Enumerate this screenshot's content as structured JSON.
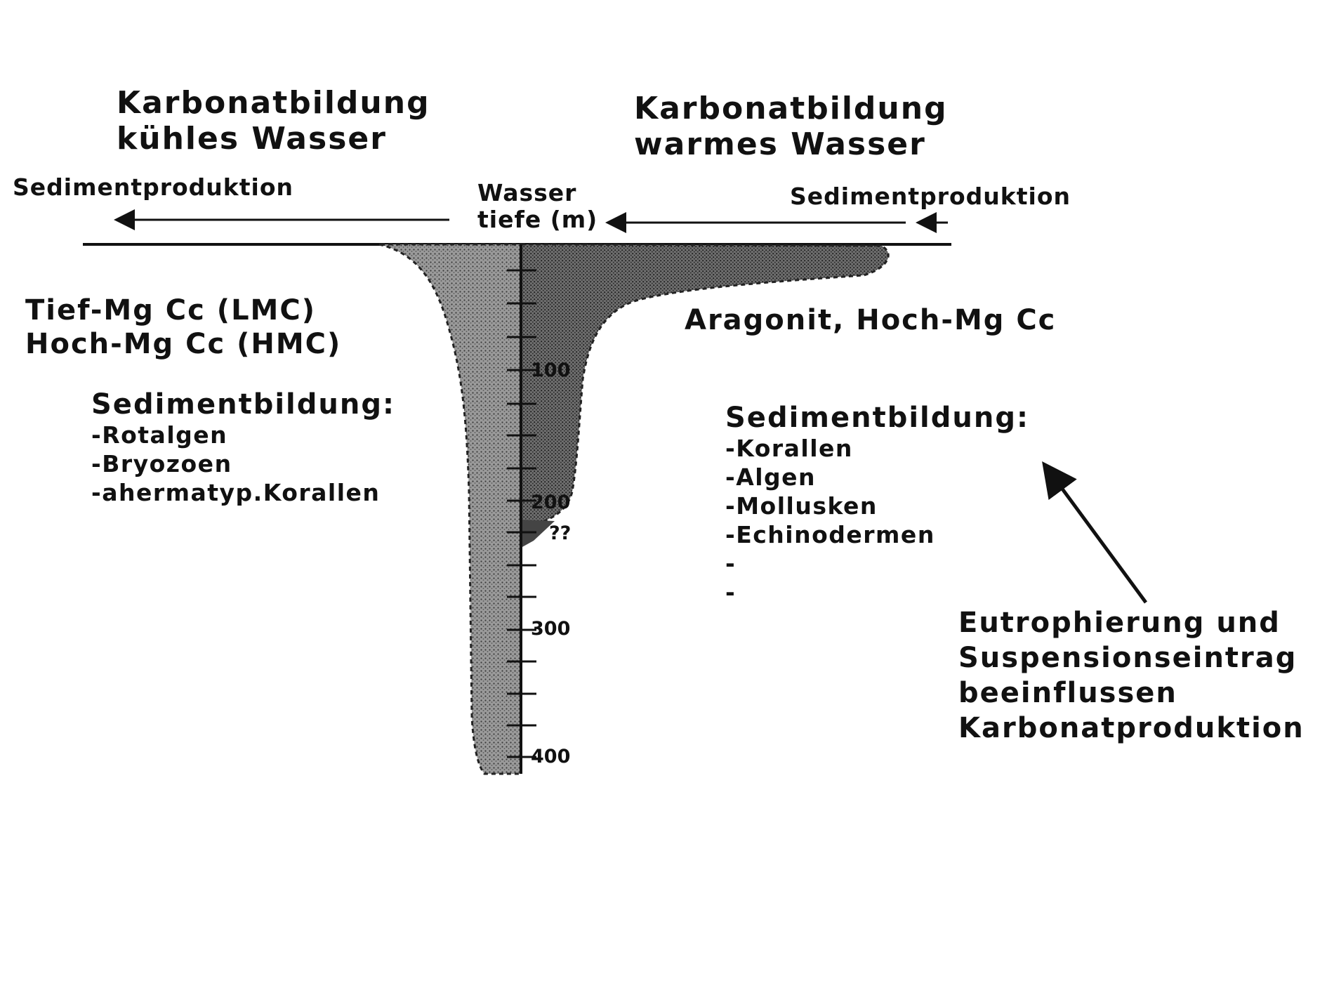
{
  "cool": {
    "title_line1": "Karbonatbildung",
    "title_line2": "kühles   Wasser",
    "production": "Sedimentproduktion",
    "mineral_line1": "Tief-Mg  Cc  (LMC)",
    "mineral_line2": "Hoch-Mg  Cc  (HMC)",
    "sediment_heading": "Sedimentbildung:",
    "sediment_items": [
      "-Rotalgen",
      "-Bryozoen",
      "-ahermatyp.Korallen"
    ]
  },
  "warm": {
    "title_line1": "Karbonatbildung",
    "title_line2": "warmes   Wasser",
    "production": "Sedimentproduktion",
    "mineral": "Aragonit,  Hoch-Mg  Cc",
    "sediment_heading": "Sedimentbildung:",
    "sediment_items": [
      "-Korallen",
      "-Algen",
      "-Mollusken",
      "-Echinodermen",
      "-",
      "-"
    ]
  },
  "depth_axis": {
    "title_line1": "Wasser",
    "title_line2": "tiefe  (m)",
    "ticks": [
      "100",
      "200",
      "300",
      "400"
    ],
    "uncertain_mark": "??"
  },
  "note": {
    "line1": "Eutrophierung  und",
    "line2": "Suspensionseintrag",
    "line3": "beeinflussen",
    "line4": "Karbonatproduktion"
  }
}
